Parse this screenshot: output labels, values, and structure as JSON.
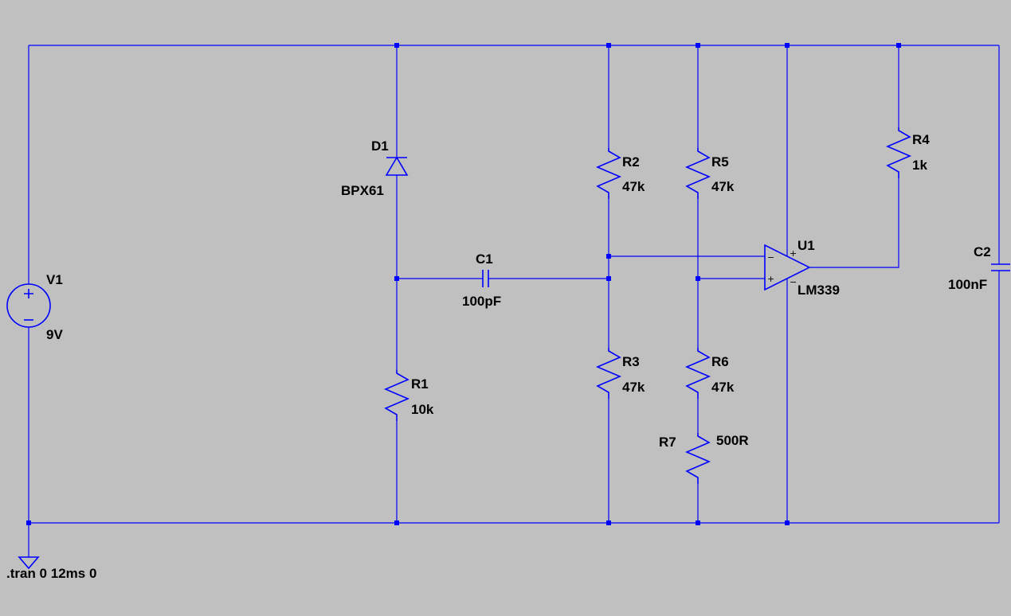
{
  "colors": {
    "background": "#c0c0c0",
    "wire": "#0000ff",
    "text": "#000000"
  },
  "components": {
    "V1": {
      "name": "V1",
      "value": "9V"
    },
    "D1": {
      "name": "D1",
      "value": "BPX61"
    },
    "C1": {
      "name": "C1",
      "value": "100pF"
    },
    "R1": {
      "name": "R1",
      "value": "10k"
    },
    "R2": {
      "name": "R2",
      "value": "47k"
    },
    "R3": {
      "name": "R3",
      "value": "47k"
    },
    "R4": {
      "name": "R4",
      "value": "1k"
    },
    "R5": {
      "name": "R5",
      "value": "47k"
    },
    "R6": {
      "name": "R6",
      "value": "47k"
    },
    "R7": {
      "name": "R7",
      "value": "500R"
    },
    "U1": {
      "name": "U1",
      "value": "LM339",
      "pin_plus": "+",
      "pin_minus": "−",
      "supply_plus": "+",
      "supply_minus": "−"
    },
    "C2": {
      "name": "C2",
      "value": "100nF"
    }
  },
  "directive": ".tran 0 12ms 0"
}
